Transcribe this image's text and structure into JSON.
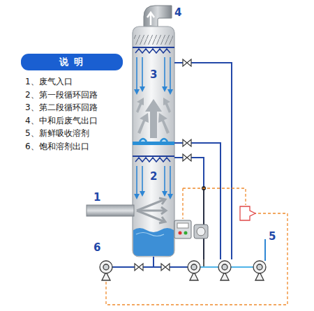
{
  "diagram": {
    "nodes": [
      {
        "text": [
          "说 明"
        ]
      }
    ],
    "labels": [
      "1、废气入口",
      "2、第一段循环回路",
      "3、第二段循环回路",
      "4、中和后废气出口",
      "5、新鲜吸收溶剂",
      "6、饱和溶剂出口",
      "4",
      "3",
      "2",
      "1",
      "6",
      "5"
    ]
  }
}
